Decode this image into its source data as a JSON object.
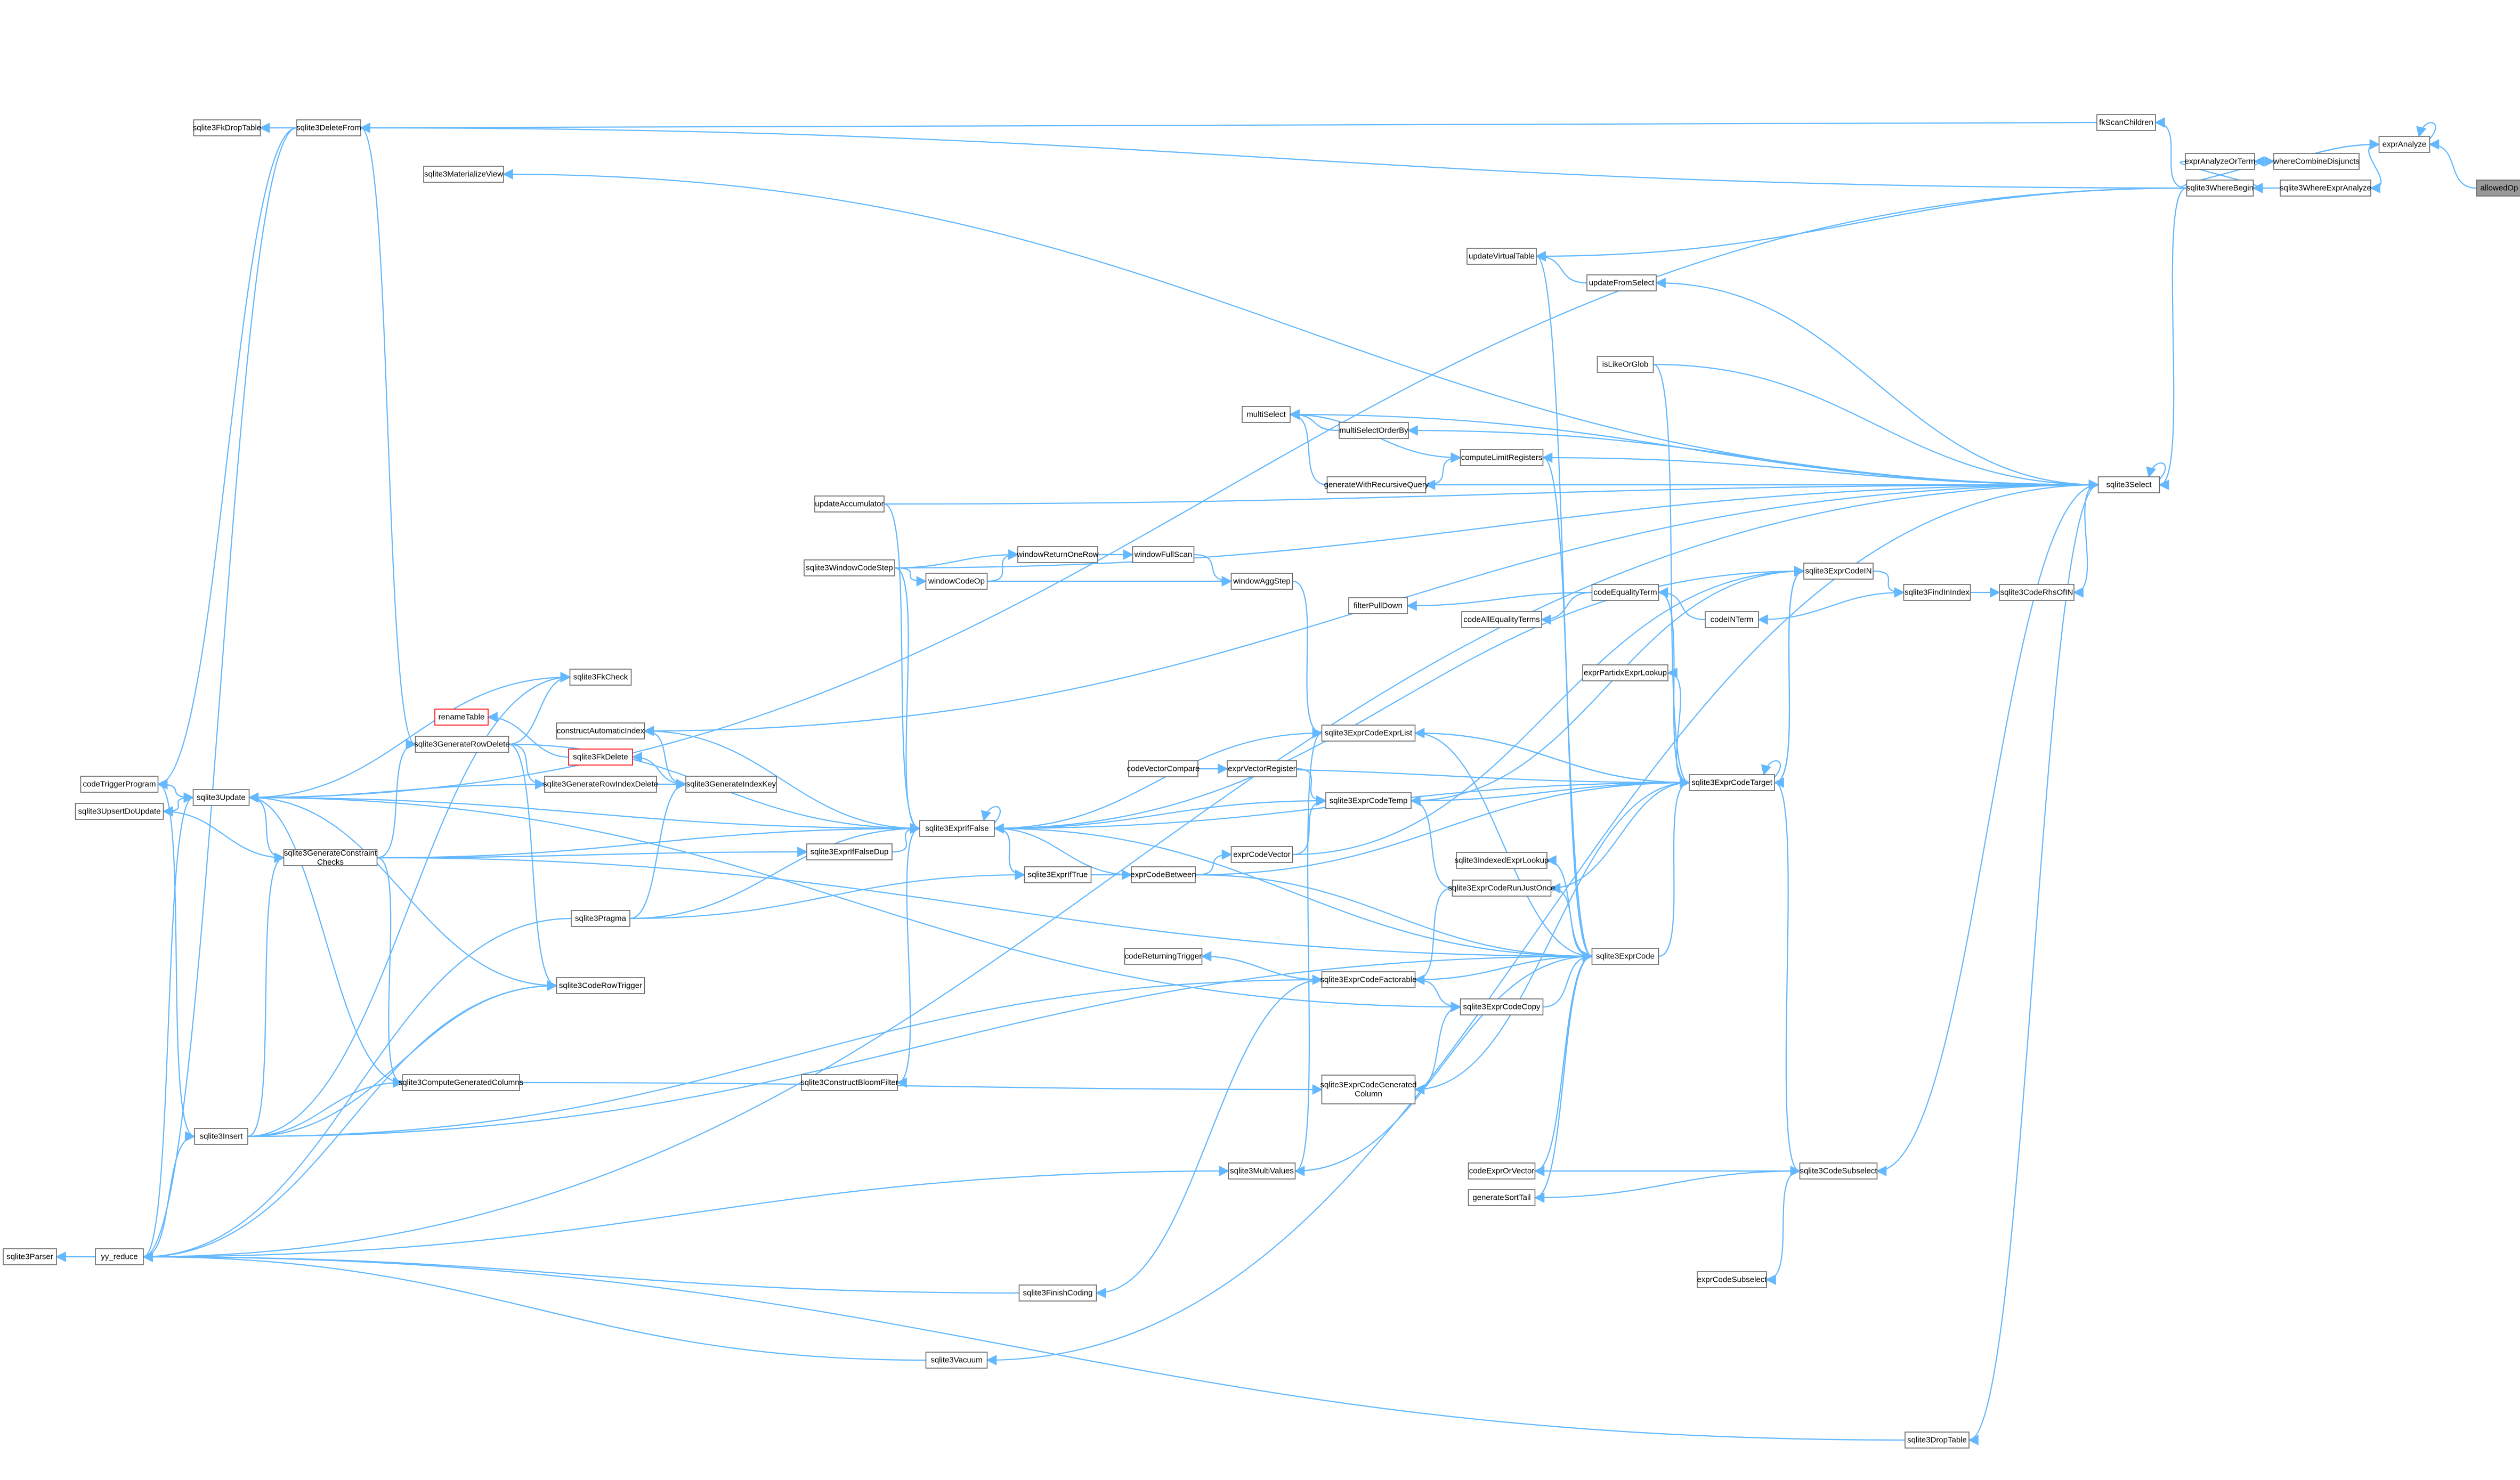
{
  "diagram": {
    "type": "call-graph",
    "edge_color": "#63b8ff",
    "root_fill": "#999999",
    "nodes": [
      {
        "id": "allowedOp",
        "label": "allowedOp",
        "root": true
      },
      {
        "id": "exprAnalyze",
        "label": "exprAnalyze"
      },
      {
        "id": "exprAnalyzeOrTerm",
        "label": "exprAnalyzeOrTerm"
      },
      {
        "id": "whereCombineDisjuncts",
        "label": "whereCombineDisjuncts"
      },
      {
        "id": "sqlite3WhereExprAnalyze",
        "label": "sqlite3WhereExprAnalyze"
      },
      {
        "id": "sqlite3WhereBegin",
        "label": "sqlite3WhereBegin"
      },
      {
        "id": "fkScanChildren",
        "label": "fkScanChildren"
      },
      {
        "id": "sqlite3DeleteFrom",
        "label": "sqlite3DeleteFrom"
      },
      {
        "id": "sqlite3FkDropTable",
        "label": "sqlite3FkDropTable"
      },
      {
        "id": "sqlite3MaterializeView",
        "label": "sqlite3MaterializeView"
      },
      {
        "id": "updateVirtualTable",
        "label": "updateVirtualTable"
      },
      {
        "id": "updateFromSelect",
        "label": "updateFromSelect"
      },
      {
        "id": "isLikeOrGlob",
        "label": "isLikeOrGlob"
      },
      {
        "id": "multiSelect",
        "label": "multiSelect"
      },
      {
        "id": "multiSelectOrderBy",
        "label": "multiSelectOrderBy"
      },
      {
        "id": "computeLimitRegisters",
        "label": "computeLimitRegisters"
      },
      {
        "id": "generateWithRecursiveQuery",
        "label": "generateWithRecursiveQuery"
      },
      {
        "id": "sqlite3Select",
        "label": "sqlite3Select"
      },
      {
        "id": "updateAccumulator",
        "label": "updateAccumulator"
      },
      {
        "id": "windowReturnOneRow",
        "label": "windowReturnOneRow"
      },
      {
        "id": "windowFullScan",
        "label": "windowFullScan"
      },
      {
        "id": "sqlite3WindowCodeStep",
        "label": "sqlite3WindowCodeStep"
      },
      {
        "id": "windowCodeOp",
        "label": "windowCodeOp"
      },
      {
        "id": "windowAggStep",
        "label": "windowAggStep"
      },
      {
        "id": "sqlite3ExprCodeIN",
        "label": "sqlite3ExprCodeIN"
      },
      {
        "id": "sqlite3FindInIndex",
        "label": "sqlite3FindInIndex"
      },
      {
        "id": "sqlite3CodeRhsOfIN",
        "label": "sqlite3CodeRhsOfIN"
      },
      {
        "id": "codeEqualityTerm",
        "label": "codeEqualityTerm"
      },
      {
        "id": "filterPullDown",
        "label": "filterPullDown"
      },
      {
        "id": "codeAllEqualityTerms",
        "label": "codeAllEqualityTerms"
      },
      {
        "id": "codeINTerm",
        "label": "codeINTerm"
      },
      {
        "id": "exprPartidxExprLookup",
        "label": "exprPartidxExprLookup"
      },
      {
        "id": "sqlite3FkCheck",
        "label": "sqlite3FkCheck"
      },
      {
        "id": "renameTable",
        "label": "renameTable",
        "red": true
      },
      {
        "id": "sqlite3GenerateRowDelete",
        "label": "sqlite3GenerateRowDelete"
      },
      {
        "id": "sqlite3FkDelete",
        "label": "sqlite3FkDelete",
        "red": true
      },
      {
        "id": "constructAutomaticIndex",
        "label": "constructAutomaticIndex"
      },
      {
        "id": "sqlite3ExprCodeExprList",
        "label": "sqlite3ExprCodeExprList"
      },
      {
        "id": "sqlite3ExprCodeTarget",
        "label": "sqlite3ExprCodeTarget"
      },
      {
        "id": "codeTriggerProgram",
        "label": "codeTriggerProgram"
      },
      {
        "id": "sqlite3Update",
        "label": "sqlite3Update"
      },
      {
        "id": "sqlite3GenerateRowIndexDelete",
        "label": "sqlite3GenerateRowIndexDelete"
      },
      {
        "id": "sqlite3GenerateIndexKey",
        "label": "sqlite3GenerateIndexKey"
      },
      {
        "id": "codeVectorCompare",
        "label": "codeVectorCompare"
      },
      {
        "id": "exprVectorRegister",
        "label": "exprVectorRegister"
      },
      {
        "id": "sqlite3ExprCodeTemp",
        "label": "sqlite3ExprCodeTemp"
      },
      {
        "id": "sqlite3UpsertDoUpdate",
        "label": "sqlite3UpsertDoUpdate"
      },
      {
        "id": "sqlite3GenerateConstraintChecks",
        "label": "sqlite3GenerateConstraint\nChecks"
      },
      {
        "id": "sqlite3ExprIfFalseDup",
        "label": "sqlite3ExprIfFalseDup"
      },
      {
        "id": "sqlite3ExprIfFalse",
        "label": "sqlite3ExprIfFalse"
      },
      {
        "id": "exprCodeVector",
        "label": "exprCodeVector"
      },
      {
        "id": "sqlite3ExprIfTrue",
        "label": "sqlite3ExprIfTrue"
      },
      {
        "id": "exprCodeBetween",
        "label": "exprCodeBetween"
      },
      {
        "id": "sqlite3IndexedExprLookup",
        "label": "sqlite3IndexedExprLookup"
      },
      {
        "id": "sqlite3ExprCodeRunJustOnce",
        "label": "sqlite3ExprCodeRunJustOnce"
      },
      {
        "id": "sqlite3Pragma",
        "label": "sqlite3Pragma"
      },
      {
        "id": "codeReturningTrigger",
        "label": "codeReturningTrigger"
      },
      {
        "id": "sqlite3ExprCode",
        "label": "sqlite3ExprCode"
      },
      {
        "id": "sqlite3CodeRowTrigger",
        "label": "sqlite3CodeRowTrigger"
      },
      {
        "id": "sqlite3ExprCodeFactorable",
        "label": "sqlite3ExprCodeFactorable"
      },
      {
        "id": "sqlite3ExprCodeCopy",
        "label": "sqlite3ExprCodeCopy"
      },
      {
        "id": "sqlite3ComputeGeneratedColumns",
        "label": "sqlite3ComputeGeneratedColumns"
      },
      {
        "id": "sqlite3ConstructBloomFilter",
        "label": "sqlite3ConstructBloomFilter"
      },
      {
        "id": "sqlite3ExprCodeGeneratedColumn",
        "label": "sqlite3ExprCodeGenerated\nColumn"
      },
      {
        "id": "sqlite3Insert",
        "label": "sqlite3Insert"
      },
      {
        "id": "sqlite3MultiValues",
        "label": "sqlite3MultiValues"
      },
      {
        "id": "codeExprOrVector",
        "label": "codeExprOrVector"
      },
      {
        "id": "sqlite3CodeSubselect",
        "label": "sqlite3CodeSubselect"
      },
      {
        "id": "generateSortTail",
        "label": "generateSortTail"
      },
      {
        "id": "sqlite3Parser",
        "label": "sqlite3Parser"
      },
      {
        "id": "yy_reduce",
        "label": "yy_reduce"
      },
      {
        "id": "exprCodeSubselect",
        "label": "exprCodeSubselect"
      },
      {
        "id": "sqlite3FinishCoding",
        "label": "sqlite3FinishCoding"
      },
      {
        "id": "sqlite3Vacuum",
        "label": "sqlite3Vacuum"
      },
      {
        "id": "sqlite3DropTable",
        "label": "sqlite3DropTable"
      }
    ],
    "edges": [
      [
        "exprAnalyze",
        "allowedOp"
      ],
      [
        "exprAnalyze",
        "exprAnalyze"
      ],
      [
        "exprAnalyzeOrTerm",
        "exprAnalyze"
      ],
      [
        "sqlite3WhereExprAnalyze",
        "exprAnalyze"
      ],
      [
        "exprAnalyze",
        "exprAnalyzeOrTerm"
      ],
      [
        "whereCombineDisjuncts",
        "exprAnalyzeOrTerm"
      ],
      [
        "sqlite3WhereBegin",
        "sqlite3WhereExprAnalyze"
      ],
      [
        "exprAnalyzeOrTerm",
        "sqlite3WhereBegin"
      ],
      [
        "sqlite3WhereBegin",
        "exprAnalyzeOrTerm"
      ],
      [
        "fkScanChildren",
        "sqlite3WhereBegin"
      ],
      [
        "sqlite3DeleteFrom",
        "sqlite3WhereBegin"
      ],
      [
        "sqlite3Select",
        "sqlite3WhereBegin"
      ],
      [
        "sqlite3Update",
        "sqlite3WhereBegin"
      ],
      [
        "updateVirtualTable",
        "sqlite3WhereBegin"
      ],
      [
        "sqlite3FkDropTable",
        "sqlite3DeleteFrom"
      ],
      [
        "sqlite3DeleteFrom",
        "fkScanChildren"
      ],
      [
        "sqlite3MaterializeView",
        "sqlite3Select"
      ],
      [
        "updateFromSelect",
        "sqlite3Select"
      ],
      [
        "updateVirtualTable",
        "updateFromSelect"
      ],
      [
        "multiSelect",
        "sqlite3Select"
      ],
      [
        "multiSelectOrderBy",
        "sqlite3Select"
      ],
      [
        "computeLimitRegisters",
        "sqlite3Select"
      ],
      [
        "generateWithRecursiveQuery",
        "sqlite3Select"
      ],
      [
        "sqlite3Select",
        "sqlite3Select"
      ],
      [
        "sqlite3Select",
        "isLikeOrGlob"
      ],
      [
        "sqlite3Select",
        "updateAccumulator"
      ],
      [
        "sqlite3Select",
        "sqlite3WindowCodeStep"
      ],
      [
        "sqlite3Select",
        "constructAutomaticIndex"
      ],
      [
        "sqlite3CodeRhsOfIN",
        "sqlite3Select"
      ],
      [
        "sqlite3CodeSubselect",
        "sqlite3Select"
      ],
      [
        "multiSelect",
        "multiSelectOrderBy"
      ],
      [
        "multiSelect",
        "generateWithRecursiveQuery"
      ],
      [
        "computeLimitRegisters",
        "multiSelect"
      ],
      [
        "computeLimitRegisters",
        "generateWithRecursiveQuery"
      ],
      [
        "windowReturnOneRow",
        "sqlite3WindowCodeStep"
      ],
      [
        "windowReturnOneRow",
        "windowCodeOp"
      ],
      [
        "windowFullScan",
        "windowReturnOneRow"
      ],
      [
        "windowAggStep",
        "windowFullScan"
      ],
      [
        "windowAggStep",
        "windowCodeOp"
      ],
      [
        "windowCodeOp",
        "sqlite3WindowCodeStep"
      ],
      [
        "sqlite3ExprCodeExprList",
        "windowAggStep"
      ],
      [
        "sqlite3FindInIndex",
        "sqlite3ExprCodeIN"
      ],
      [
        "sqlite3CodeRhsOfIN",
        "sqlite3FindInIndex"
      ],
      [
        "codeINTerm",
        "sqlite3FindInIndex"
      ],
      [
        "codeEqualityTerm",
        "codeINTerm"
      ],
      [
        "filterPullDown",
        "codeEqualityTerm"
      ],
      [
        "codeAllEqualityTerms",
        "codeEqualityTerm"
      ],
      [
        "exprPartidxExprLookup",
        "sqlite3ExprCodeTarget"
      ],
      [
        "sqlite3ExprCodeTarget",
        "sqlite3ExprCodeIN"
      ],
      [
        "sqlite3ExprCodeTarget",
        "codeEqualityTerm"
      ],
      [
        "sqlite3ExprCodeTarget",
        "isLikeOrGlob"
      ],
      [
        "sqlite3ExprCodeTarget",
        "sqlite3ExprCodeExprList"
      ],
      [
        "sqlite3ExprCodeTarget",
        "sqlite3ExprCodeTemp"
      ],
      [
        "sqlite3ExprCodeTarget",
        "sqlite3ExprCode"
      ],
      [
        "sqlite3ExprCodeTarget",
        "sqlite3ExprCodeRunJustOnce"
      ],
      [
        "sqlite3ExprCodeTarget",
        "sqlite3ExprCodeTarget"
      ],
      [
        "sqlite3ExprCodeTarget",
        "sqlite3ExprIfFalse"
      ],
      [
        "sqlite3ExprCodeTarget",
        "codeVectorCompare"
      ],
      [
        "sqlite3ExprCodeTarget",
        "exprCodeBetween"
      ],
      [
        "sqlite3ExprCodeTarget",
        "sqlite3ExprCodeGeneratedColumn"
      ],
      [
        "sqlite3CodeSubselect",
        "sqlite3ExprCodeTarget"
      ],
      [
        "sqlite3ExprCodeIN",
        "sqlite3ExprIfFalse"
      ],
      [
        "sqlite3ExprCodeIN",
        "exprCodeVector"
      ],
      [
        "sqlite3ExprCodeIN",
        "sqlite3ExprCodeTemp"
      ],
      [
        "sqlite3FkCheck",
        "sqlite3Update"
      ],
      [
        "sqlite3FkCheck",
        "sqlite3GenerateRowDelete"
      ],
      [
        "sqlite3FkCheck",
        "sqlite3Insert"
      ],
      [
        "renameTable",
        "sqlite3FkDelete"
      ],
      [
        "sqlite3FkDelete",
        "sqlite3GenerateIndexKey"
      ],
      [
        "sqlite3GenerateRowDelete",
        "sqlite3DeleteFrom"
      ],
      [
        "sqlite3GenerateRowDelete",
        "sqlite3GenerateConstraintChecks"
      ],
      [
        "sqlite3GenerateRowIndexDelete",
        "sqlite3GenerateRowDelete"
      ],
      [
        "sqlite3GenerateRowIndexDelete",
        "sqlite3Update"
      ],
      [
        "sqlite3GenerateIndexKey",
        "sqlite3GenerateRowIndexDelete"
      ],
      [
        "sqlite3GenerateIndexKey",
        "sqlite3Pragma"
      ],
      [
        "constructAutomaticIndex",
        "sqlite3GenerateIndexKey"
      ],
      [
        "sqlite3Update",
        "codeTriggerProgram"
      ],
      [
        "sqlite3UpsertDoUpdate",
        "sqlite3Update"
      ],
      [
        "sqlite3GenerateConstraintChecks",
        "sqlite3Update"
      ],
      [
        "sqlite3GenerateConstraintChecks",
        "sqlite3UpsertDoUpdate"
      ],
      [
        "sqlite3GenerateConstraintChecks",
        "sqlite3Insert"
      ],
      [
        "exprVectorRegister",
        "codeVectorCompare"
      ],
      [
        "sqlite3ExprCodeTemp",
        "exprVectorRegister"
      ],
      [
        "sqlite3ExprCodeTemp",
        "sqlite3ExprIfFalse"
      ],
      [
        "sqlite3ExprCodeTemp",
        "exprCodeVector"
      ],
      [
        "sqlite3ExprCodeTemp",
        "sqlite3ExprCodeRunJustOnce"
      ],
      [
        "sqlite3ExprIfFalse",
        "sqlite3ExprIfFalse"
      ],
      [
        "sqlite3ExprIfFalse",
        "sqlite3ExprIfTrue"
      ],
      [
        "sqlite3ExprIfFalse",
        "sqlite3ExprIfFalseDup"
      ],
      [
        "sqlite3ExprIfFalse",
        "updateAccumulator"
      ],
      [
        "sqlite3ExprIfFalse",
        "sqlite3WindowCodeStep"
      ],
      [
        "sqlite3ExprIfFalse",
        "sqlite3Update"
      ],
      [
        "sqlite3ExprIfFalse",
        "sqlite3GenerateConstraintChecks"
      ],
      [
        "sqlite3ExprIfFalse",
        "constructAutomaticIndex"
      ],
      [
        "sqlite3ExprIfFalse",
        "sqlite3Pragma"
      ],
      [
        "sqlite3ExprIfFalseDup",
        "sqlite3GenerateConstraintChecks"
      ],
      [
        "exprCodeBetween",
        "sqlite3ExprIfFalse"
      ],
      [
        "exprCodeBetween",
        "sqlite3ExprIfTrue"
      ],
      [
        "sqlite3ExprIfTrue",
        "sqlite3ExprIfFalse"
      ],
      [
        "sqlite3ExprIfTrue",
        "sqlite3Pragma"
      ],
      [
        "exprCodeVector",
        "exprCodeBetween"
      ],
      [
        "sqlite3IndexedExprLookup",
        "sqlite3ExprCode"
      ],
      [
        "sqlite3ExprCodeRunJustOnce",
        "sqlite3ExprCode"
      ],
      [
        "sqlite3ExprCodeFactorable",
        "sqlite3ExprCodeRunJustOnce"
      ],
      [
        "sqlite3ExprCode",
        "computeLimitRegisters"
      ],
      [
        "sqlite3ExprCode",
        "sqlite3ExprCodeCopy"
      ],
      [
        "sqlite3ExprCode",
        "sqlite3ExprCodeFactorable"
      ],
      [
        "sqlite3ExprCode",
        "updateVirtualTable"
      ],
      [
        "sqlite3ExprCode",
        "sqlite3Insert"
      ],
      [
        "sqlite3ExprCode",
        "sqlite3MultiValues"
      ],
      [
        "sqlite3ExprCode",
        "codeExprOrVector"
      ],
      [
        "sqlite3ExprCode",
        "generateSortTail"
      ],
      [
        "sqlite3ExprCode",
        "sqlite3GenerateConstraintChecks"
      ],
      [
        "sqlite3ExprCode",
        "exprCodeBetween"
      ],
      [
        "sqlite3ExprCode",
        "sqlite3ExprIfFalse"
      ],
      [
        "sqlite3ExprCode",
        "sqlite3ExprCodeExprList"
      ],
      [
        "codeReturningTrigger",
        "sqlite3ExprCodeFactorable"
      ],
      [
        "sqlite3CodeRowTrigger",
        "sqlite3Update"
      ],
      [
        "sqlite3CodeRowTrigger",
        "sqlite3Insert"
      ],
      [
        "sqlite3CodeRowTrigger",
        "sqlite3GenerateRowDelete"
      ],
      [
        "sqlite3ExprCodeCopy",
        "sqlite3ExprCodeFactorable"
      ],
      [
        "sqlite3ExprCodeCopy",
        "sqlite3Update"
      ],
      [
        "sqlite3ComputeGeneratedColumns",
        "sqlite3Update"
      ],
      [
        "sqlite3ComputeGeneratedColumns",
        "sqlite3Insert"
      ],
      [
        "sqlite3ComputeGeneratedColumns",
        "sqlite3GenerateConstraintChecks"
      ],
      [
        "sqlite3ExprCodeGeneratedColumn",
        "sqlite3ComputeGeneratedColumns"
      ],
      [
        "sqlite3ExprCodeGeneratedColumn",
        "sqlite3ExprCodeCopy"
      ],
      [
        "sqlite3ConstructBloomFilter",
        "sqlite3ExprIfFalse"
      ],
      [
        "sqlite3ExprCodeFactorable",
        "sqlite3Insert"
      ],
      [
        "sqlite3Insert",
        "yy_reduce"
      ],
      [
        "sqlite3Update",
        "yy_reduce"
      ],
      [
        "sqlite3MultiValues",
        "yy_reduce"
      ],
      [
        "sqlite3MultiValues",
        "sqlite3ExprCodeExprList"
      ],
      [
        "sqlite3Parser",
        "yy_reduce"
      ],
      [
        "yy_reduce",
        "sqlite3Pragma"
      ],
      [
        "yy_reduce",
        "sqlite3FinishCoding"
      ],
      [
        "yy_reduce",
        "sqlite3Vacuum"
      ],
      [
        "yy_reduce",
        "sqlite3DropTable"
      ],
      [
        "yy_reduce",
        "sqlite3DeleteFrom"
      ],
      [
        "yy_reduce",
        "sqlite3Select"
      ],
      [
        "yy_reduce",
        "sqlite3CodeRowTrigger"
      ],
      [
        "codeTriggerProgram",
        "sqlite3DeleteFrom"
      ],
      [
        "codeTriggerProgram",
        "sqlite3Update"
      ],
      [
        "codeTriggerProgram",
        "sqlite3Insert"
      ],
      [
        "codeExprOrVector",
        "sqlite3CodeSubselect"
      ],
      [
        "generateSortTail",
        "sqlite3CodeSubselect"
      ],
      [
        "exprCodeSubselect",
        "sqlite3CodeSubselect"
      ],
      [
        "sqlite3FinishCoding",
        "sqlite3ExprCodeFactorable"
      ],
      [
        "sqlite3Vacuum",
        "sqlite3Select"
      ],
      [
        "sqlite3DropTable",
        "sqlite3Select"
      ],
      [
        "sqlite3ExprIfFalse",
        "sqlite3GenerateRowDelete"
      ],
      [
        "sqlite3ExprCodeExprList",
        "sqlite3ExprIfFalse"
      ],
      [
        "sqlite3ExprCodeExprList",
        "sqlite3ExprCodeTarget"
      ],
      [
        "sqlite3ExprCodeIN",
        "sqlite3ExprCodeTarget"
      ]
    ]
  }
}
